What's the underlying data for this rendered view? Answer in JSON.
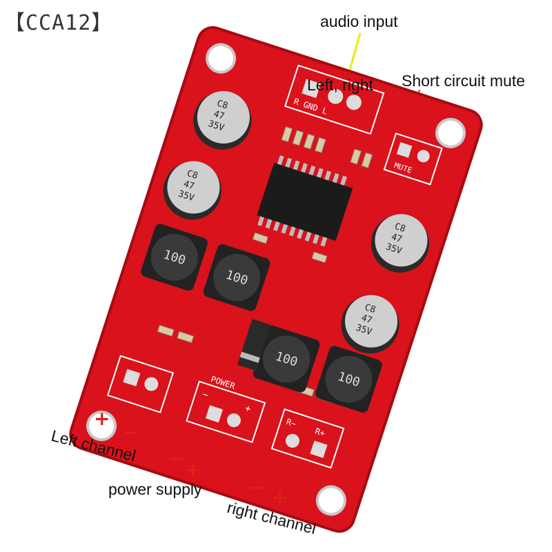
{
  "watermark": "【CCA12】",
  "annotations": {
    "audio_input": "audio input",
    "left_right": "Left, right",
    "short_circuit_mute": "Short circuit mute",
    "left_channel": "Left channel",
    "power_supply": "power supply",
    "right_channel": "right channel",
    "plus": "+",
    "minus": "−"
  },
  "board_silkscreen": {
    "input_pins": "R GND L",
    "mute": "MUTE",
    "power": "POWER",
    "r_minus": "R−",
    "r_plus": "R+",
    "power_minus": "−",
    "power_plus": "+"
  },
  "capacitor_marking": {
    "line1": "C8",
    "line2": "47",
    "line3": "35V"
  },
  "inductor_marking": "100",
  "colors": {
    "pcb": "#d9121b",
    "pcb_dark": "#b00c14",
    "annotation_yellow": "#f2e600",
    "annotation_red": "#e0201a"
  }
}
